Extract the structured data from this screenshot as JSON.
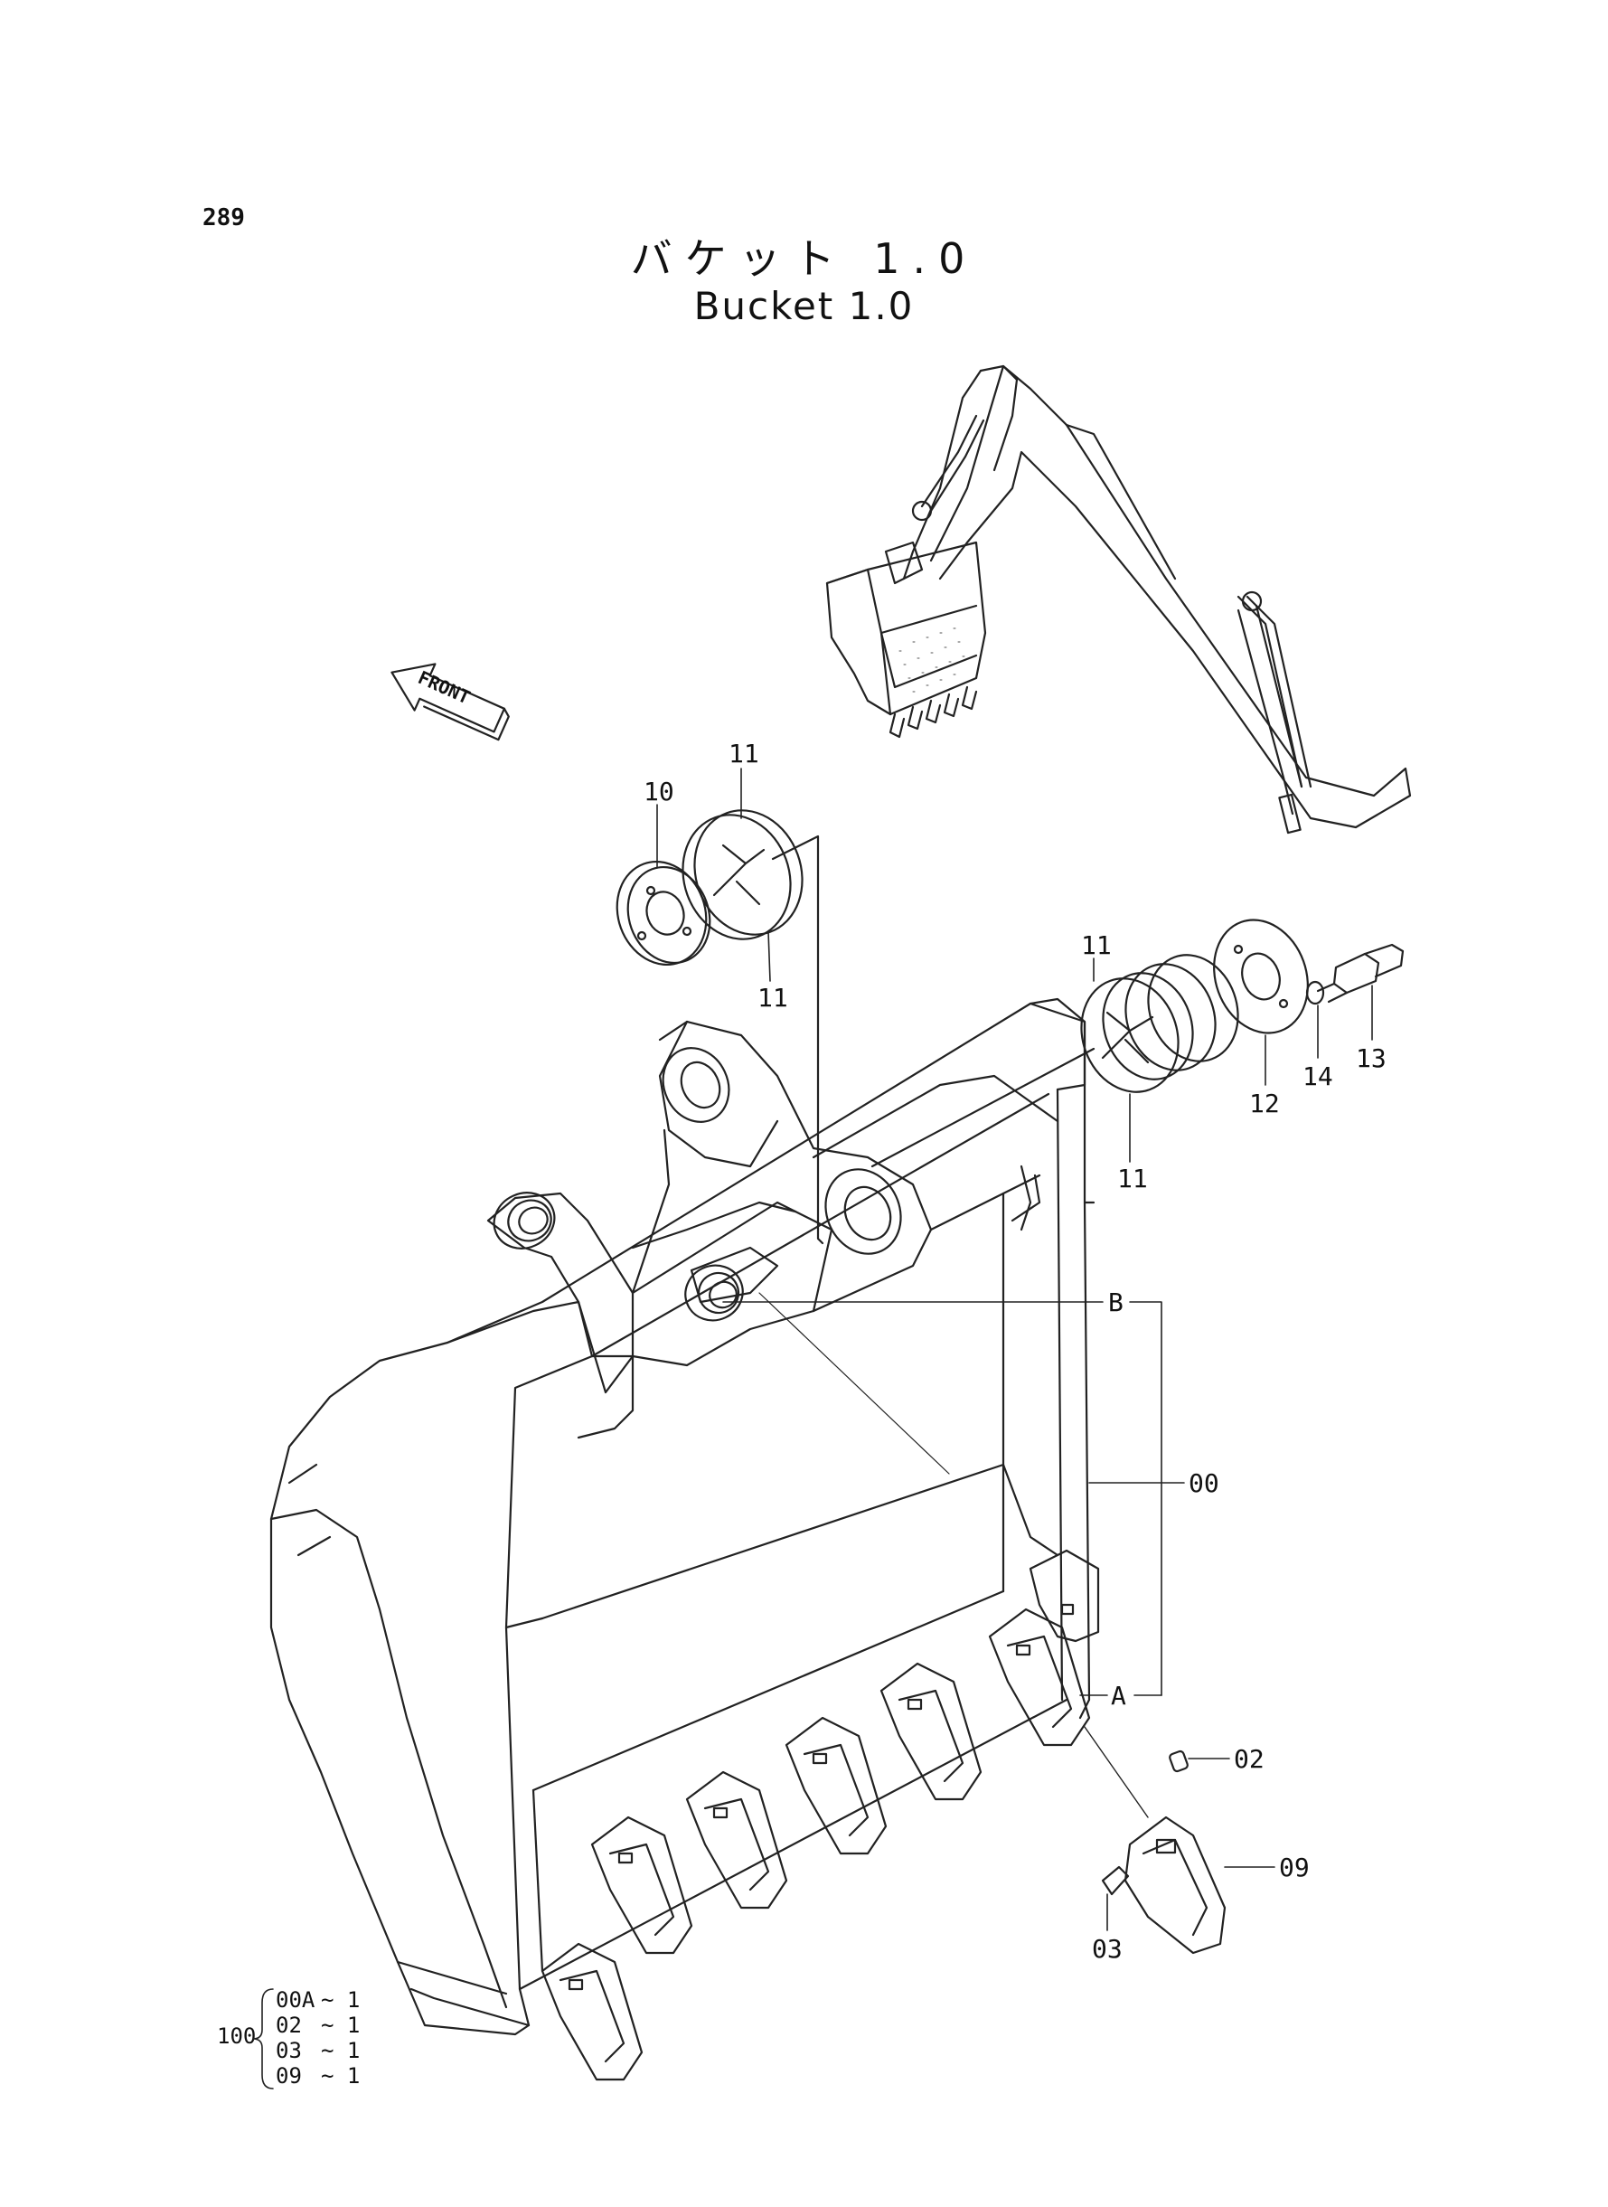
{
  "page": {
    "number": "289",
    "title_jp": "バケット 1.0",
    "title_en": "Bucket 1.0",
    "direction_label": "FRONT"
  },
  "callouts": {
    "c00": "00",
    "c02": "02",
    "c03": "03",
    "c09": "09",
    "c10": "10",
    "c11a": "11",
    "c11b": "11",
    "c11c": "11",
    "c11d": "11",
    "c12": "12",
    "c13": "13",
    "c14": "14",
    "refA": "A",
    "refB": "B"
  },
  "assembly_note": {
    "number": "100",
    "items": [
      {
        "code": "00A",
        "qty": "~ 1"
      },
      {
        "code": "02",
        "qty": "~ 1"
      },
      {
        "code": "03",
        "qty": "~ 1"
      },
      {
        "code": "09",
        "qty": "~ 1"
      }
    ]
  }
}
